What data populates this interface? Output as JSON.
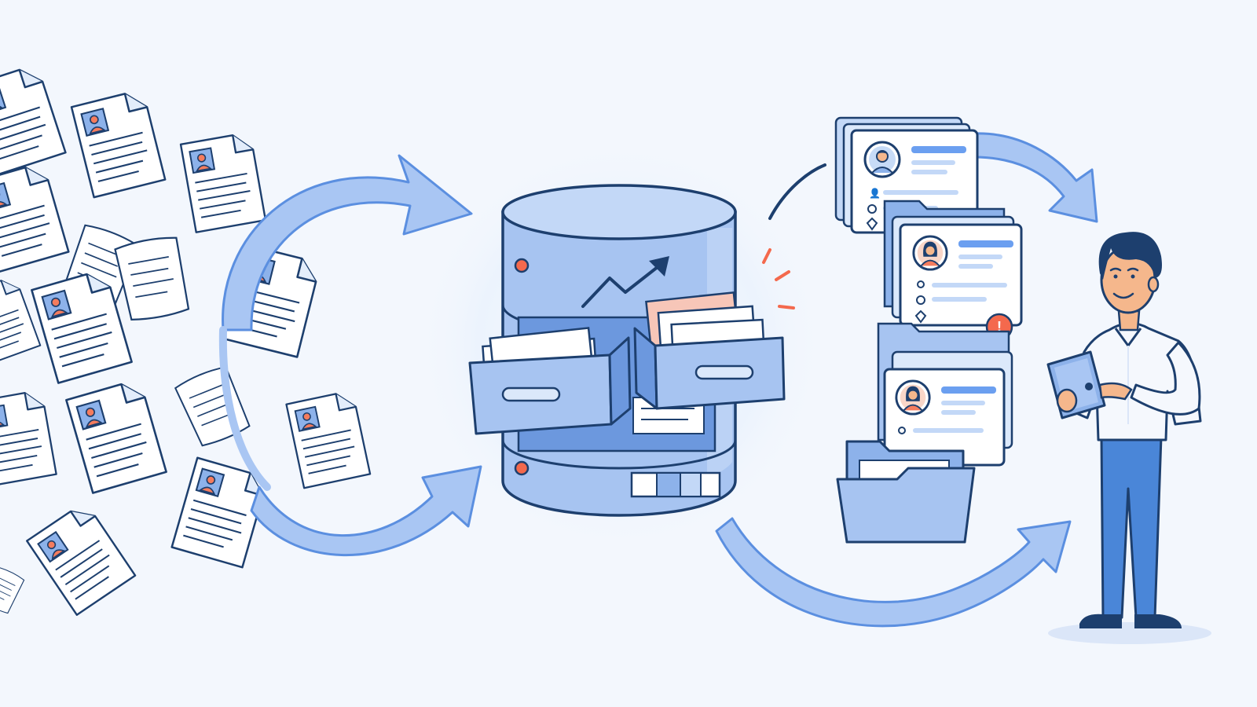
{
  "colors": {
    "background": "#f3f7fd",
    "outline": "#1d3f6e",
    "arrow_fill": "#a9c6f3",
    "arrow_stroke": "#5b8fe0",
    "db_body": "#a7c4f1",
    "db_top": "#c3d8f7",
    "paper": "#ffffff",
    "avatar_face": "#f47c5e",
    "avatar_bg": "#8db2ea",
    "accent_bar": "#6b9ff0",
    "alert": "#f4694d",
    "shirt": "#f5f8fd",
    "pants": "#4a86d8",
    "hair": "#1d3f6e",
    "skin": "#f5b78c"
  },
  "stages": [
    {
      "name": "scattered-documents",
      "icon": "resume-document-icon"
    },
    {
      "name": "database-archive",
      "icon": "database-cylinder-icon"
    },
    {
      "name": "organized-profiles",
      "icon": "profile-card-icon"
    },
    {
      "name": "recruiter",
      "icon": "person-with-tablet-icon"
    }
  ],
  "profiles": [
    {
      "avatar": "male-avatar-icon",
      "rows": [
        "person-icon",
        "clock-icon",
        "gem-icon"
      ]
    },
    {
      "avatar": "female-avatar-icon",
      "rows": [
        "person-icon",
        "clock-icon",
        "gem-icon"
      ],
      "alert": "!"
    },
    {
      "avatar": "female-avatar-icon",
      "rows": [
        "person-icon"
      ]
    }
  ],
  "alert_badge": {
    "text": "!"
  }
}
